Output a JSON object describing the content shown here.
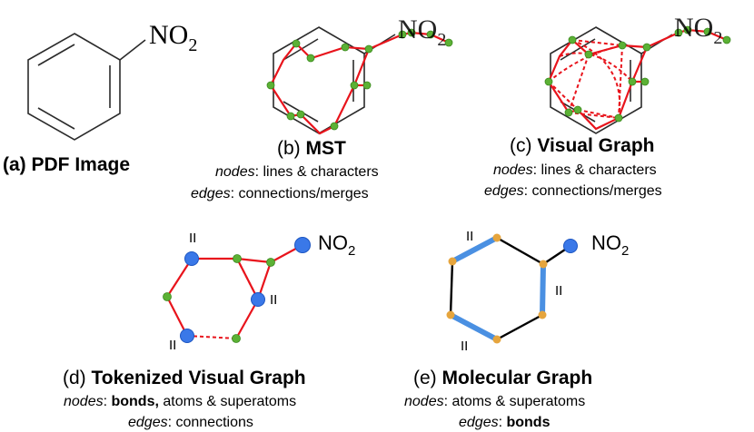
{
  "panels": {
    "a": {
      "caption_prefix": "(a) ",
      "caption_bold": "PDF Image",
      "label_no": "NO",
      "label_sub": "2"
    },
    "b": {
      "caption_prefix": "(b) ",
      "caption_bold": "MST",
      "nodes_key": "nodes",
      "nodes_text": ": lines & characters",
      "edges_key": "edges",
      "edges_text": ": connections/merges",
      "label_no": "NO",
      "label_sub": "2"
    },
    "c": {
      "caption_prefix": "(c) ",
      "caption_bold": "Visual Graph",
      "nodes_key": "nodes",
      "nodes_text": ": lines & characters",
      "edges_key": "edges",
      "edges_text": ": connections/merges",
      "label_no": "NO",
      "label_sub": "2"
    },
    "d": {
      "caption_prefix": "(d) ",
      "caption_bold": "Tokenized Visual Graph",
      "nodes_key": "nodes",
      "nodes_text_bold": "bonds,",
      "nodes_text": " atoms & superatoms",
      "edges_key": "edges",
      "edges_text": ": connections",
      "label_no": "NO",
      "label_sub": "2",
      "double_mark": "II"
    },
    "e": {
      "caption_prefix": "(e) ",
      "caption_bold": "Molecular Graph",
      "nodes_key": "nodes",
      "nodes_text": ": atoms & superatoms",
      "edges_key": "edges",
      "edges_sep": ": ",
      "edges_text_bold": "bonds",
      "label_no": "NO",
      "label_sub": "2",
      "double_mark": "II"
    }
  },
  "colors": {
    "edge_red": "#e8141c",
    "node_green": "#5cb135",
    "node_blue": "#3a78e8",
    "node_orange": "#e6a53d",
    "bond_blue": "#4a90e2"
  }
}
